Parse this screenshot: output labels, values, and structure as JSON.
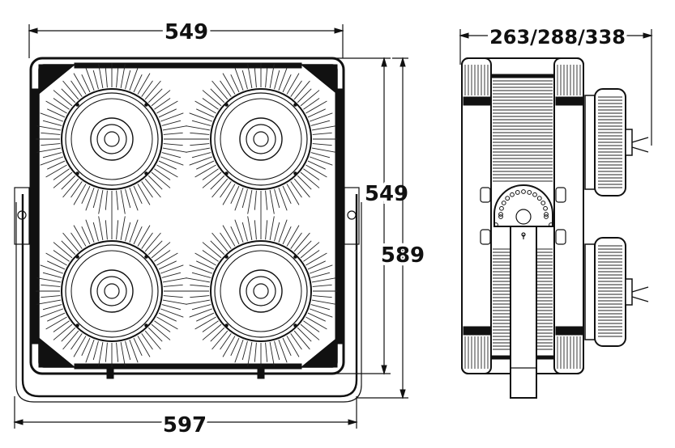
{
  "front_view": {
    "width_label": "549",
    "height_label": "549",
    "overall_height_label": "589",
    "overall_width_label": "597"
  },
  "side_view": {
    "depth_label": "263/288/338"
  },
  "colors": {
    "line": "#111111",
    "background": "#ffffff"
  }
}
